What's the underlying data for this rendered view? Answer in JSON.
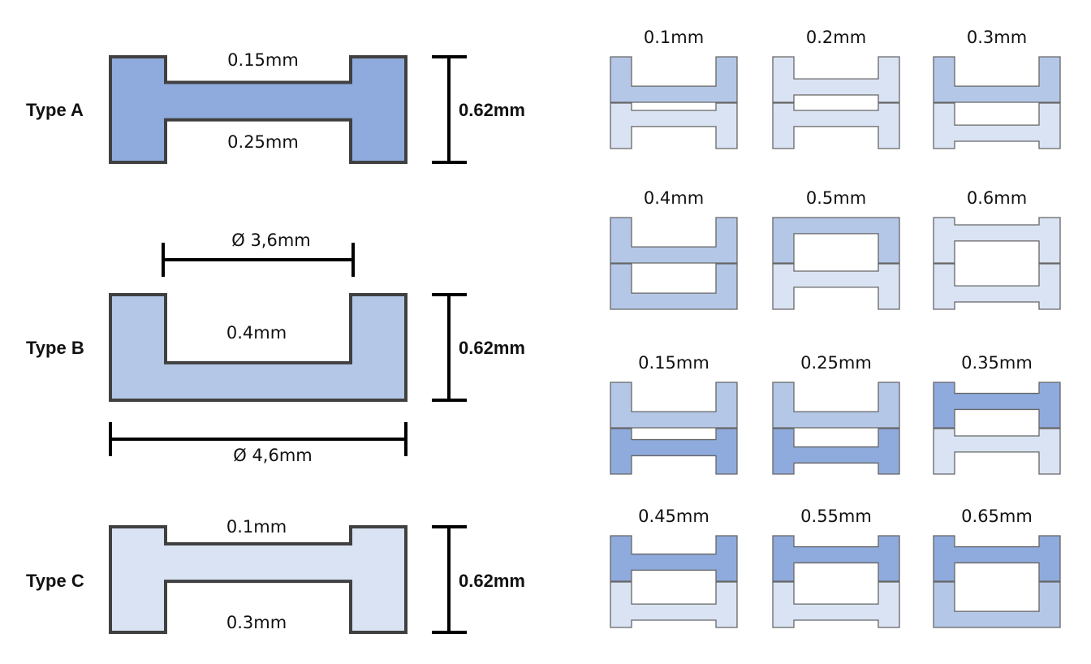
{
  "colors": {
    "A": "#8faadc",
    "B": "#b4c7e7",
    "C": "#dae3f3",
    "outline": "#404040"
  },
  "profiles": {
    "A": {
      "name": "Type A",
      "top_notch": "0.15mm",
      "bottom_notch": "0.25mm",
      "height": "0.62mm",
      "top_depth_mm": 0.15,
      "bottom_depth_mm": 0.25
    },
    "B": {
      "name": "Type B",
      "notch": "0.4mm",
      "height": "0.62mm",
      "inner_diameter": "Ø 3,6mm",
      "outer_diameter": "Ø 4,6mm",
      "top_depth_mm": 0.4,
      "bottom_depth_mm": 0
    },
    "C": {
      "name": "Type C",
      "top_notch": "0.1mm",
      "bottom_notch": "0.3mm",
      "height": "0.62mm",
      "top_depth_mm": 0.1,
      "bottom_depth_mm": 0.3
    }
  },
  "combinations": [
    {
      "label": "0.1mm",
      "top": {
        "type": "B",
        "flipped": false
      },
      "bottom": {
        "type": "C",
        "flipped": false
      }
    },
    {
      "label": "0.2mm",
      "top": {
        "type": "C",
        "flipped": true
      },
      "bottom": {
        "type": "C",
        "flipped": false
      }
    },
    {
      "label": "0.3mm",
      "top": {
        "type": "B",
        "flipped": false
      },
      "bottom": {
        "type": "C",
        "flipped": true
      }
    },
    {
      "label": "0.4mm",
      "top": {
        "type": "B",
        "flipped": false
      },
      "bottom": {
        "type": "B",
        "flipped": false
      }
    },
    {
      "label": "0.5mm",
      "top": {
        "type": "B",
        "flipped": true
      },
      "bottom": {
        "type": "C",
        "flipped": false
      }
    },
    {
      "label": "0.6mm",
      "top": {
        "type": "C",
        "flipped": false
      },
      "bottom": {
        "type": "C",
        "flipped": true
      }
    },
    {
      "label": "0.15mm",
      "top": {
        "type": "B",
        "flipped": false
      },
      "bottom": {
        "type": "A",
        "flipped": false
      }
    },
    {
      "label": "0.25mm",
      "top": {
        "type": "B",
        "flipped": false
      },
      "bottom": {
        "type": "A",
        "flipped": true
      }
    },
    {
      "label": "0.35mm",
      "top": {
        "type": "A",
        "flipped": false
      },
      "bottom": {
        "type": "C",
        "flipped": false
      }
    },
    {
      "label": "0.45mm",
      "top": {
        "type": "A",
        "flipped": true
      },
      "bottom": {
        "type": "C",
        "flipped": true
      }
    },
    {
      "label": "0.55mm",
      "top": {
        "type": "A",
        "flipped": false
      },
      "bottom": {
        "type": "C",
        "flipped": true
      }
    },
    {
      "label": "0.65mm",
      "top": {
        "type": "A",
        "flipped": false
      },
      "bottom": {
        "type": "B",
        "flipped": false
      }
    }
  ]
}
